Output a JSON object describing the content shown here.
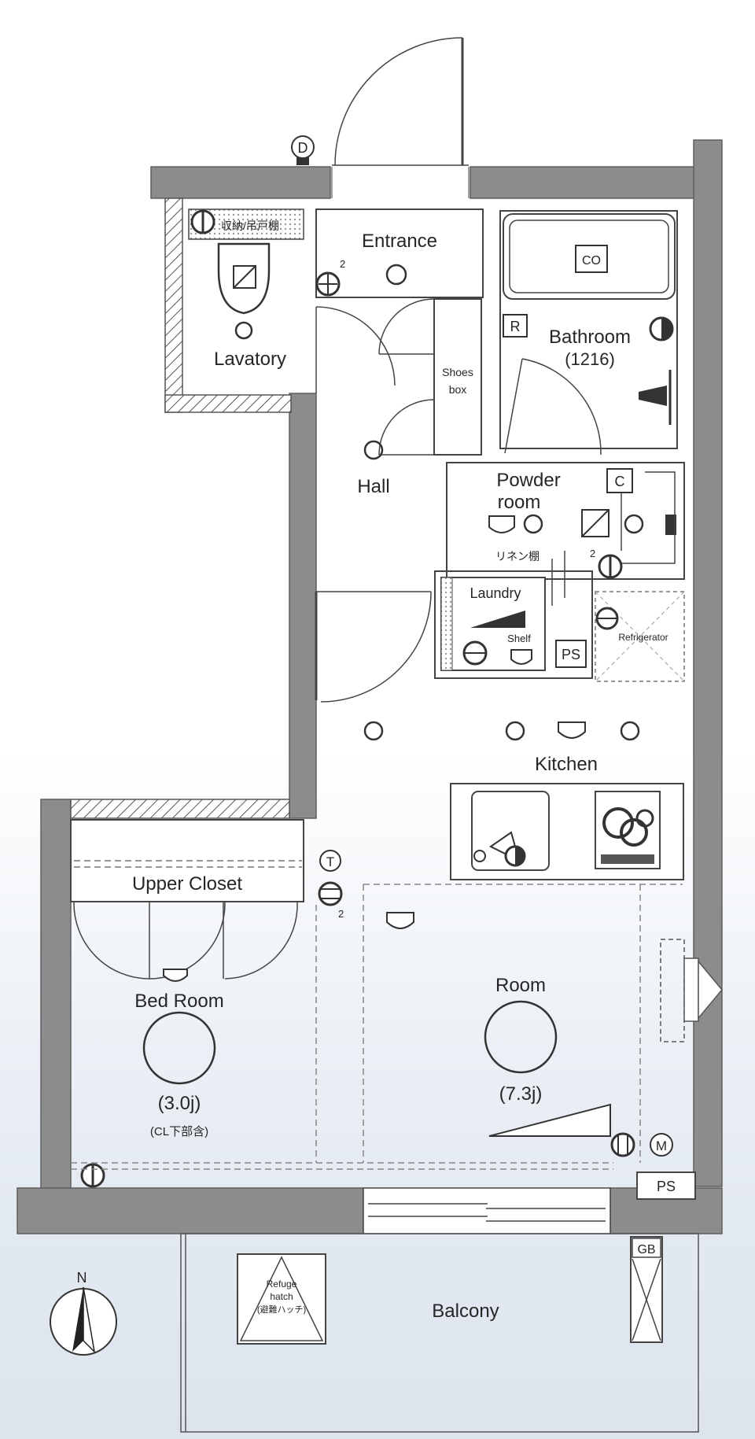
{
  "rooms": {
    "entrance": "Entrance",
    "lavatory": "Lavatory",
    "lavatory_note": "収納/吊戸棚",
    "bathroom": "Bathroom",
    "bathroom_size": "(1216)",
    "shoes_box_1": "Shoes",
    "shoes_box_2": "box",
    "hall": "Hall",
    "powder_room_1": "Powder",
    "powder_room_2": "room",
    "linen_shelf": "リネン棚",
    "laundry": "Laundry",
    "shelf": "Shelf",
    "refrigerator": "Refrigerator",
    "kitchen": "Kitchen",
    "upper_closet": "Upper Closet",
    "bed_room": "Bed Room",
    "bed_room_size": "(3.0j)",
    "bed_room_note": "(CL下部含)",
    "room": "Room",
    "room_size": "(7.3j)",
    "balcony": "Balcony",
    "refuge_hatch_1": "Refuge",
    "refuge_hatch_2": "hatch",
    "refuge_hatch_3": "(避難ハッチ)"
  },
  "symbols": {
    "door_chime": "D",
    "intercom": "T",
    "remote": "R",
    "controller": "C",
    "multimedia": "M",
    "pipe_space": "PS",
    "gas_meter": "GB",
    "compass": "N",
    "cooktop": "CO",
    "outlet_count": "2"
  }
}
